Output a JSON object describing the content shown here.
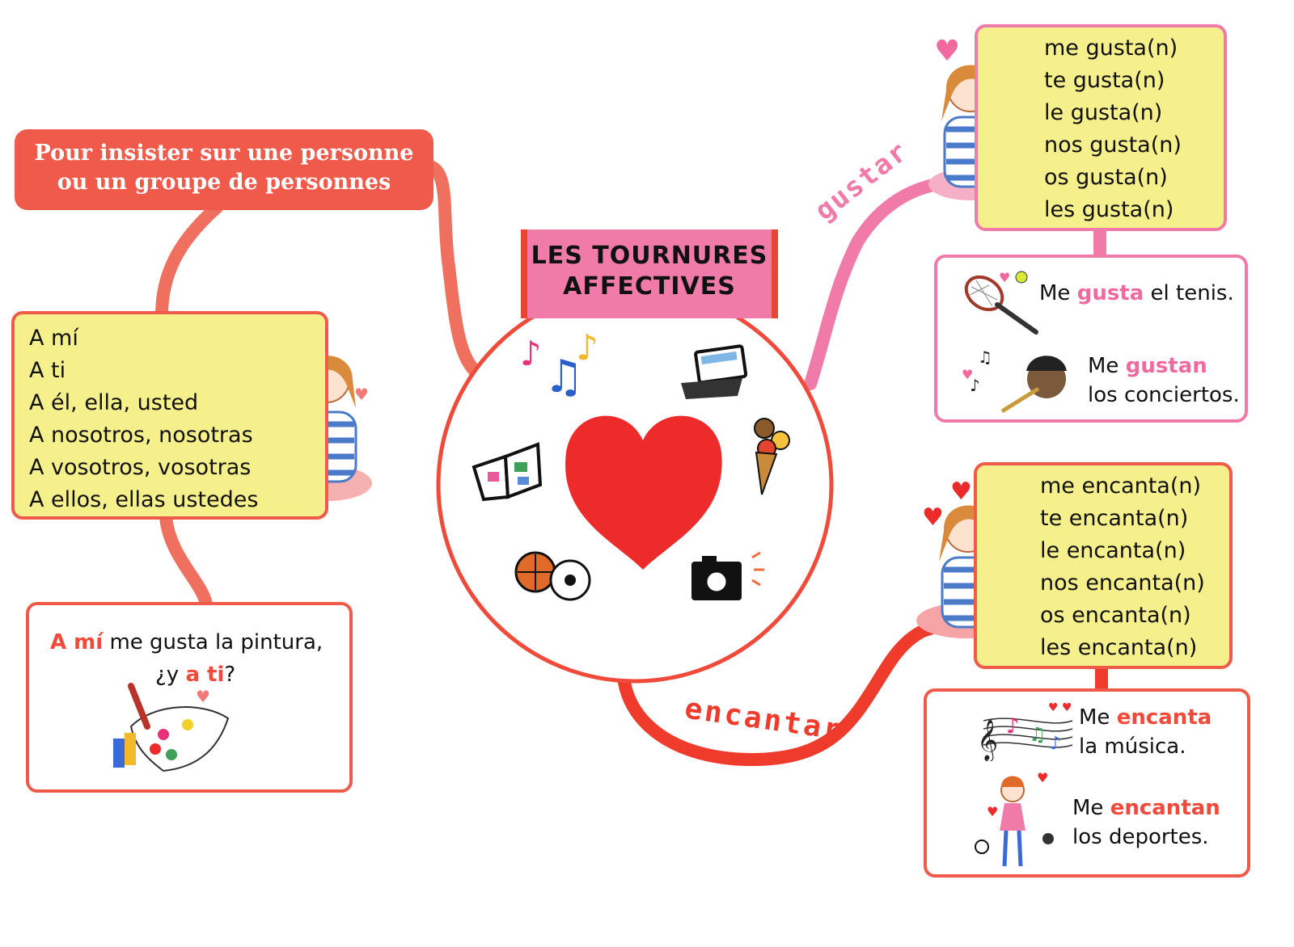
{
  "title": {
    "line1": "LES TOURNURES",
    "line2": "AFFECTIVES"
  },
  "insist_label": {
    "line1": "Pour insister sur une personne",
    "line2": "ou un groupe de personnes"
  },
  "pronouns": [
    "A mí",
    "A ti",
    "A él, ella, usted",
    "A nosotros, nosotras",
    "A vosotros, vosotras",
    "A ellos, ellas ustedes"
  ],
  "example_left": {
    "a_mi": "A mí",
    "rest1": " me gusta la pintura,",
    "y": "¿y ",
    "a_ti": "a ti",
    "q": "?"
  },
  "gustar": {
    "branch_label": "gustar",
    "forms": [
      "me gusta(n)",
      "te gusta(n)",
      "le gusta(n)",
      "nos gusta(n)",
      "os gusta(n)",
      "les gusta(n)"
    ],
    "ex1": {
      "pre": "Me ",
      "verb": "gusta",
      "post": " el tenis."
    },
    "ex2": {
      "pre": "Me ",
      "verb": "gustan",
      "post": "los conciertos."
    }
  },
  "encantar": {
    "branch_label": "encantar",
    "forms": [
      "me encanta(n)",
      "te encanta(n)",
      "le encanta(n)",
      "nos encanta(n)",
      "os encanta(n)",
      "les encanta(n)"
    ],
    "ex1": {
      "pre": "Me ",
      "verb": "encanta",
      "post": "la música."
    },
    "ex2": {
      "pre": "Me ",
      "verb": "encantan",
      "post": "los deportes."
    }
  },
  "colors": {
    "red": "#ef5a4a",
    "pink": "#f07aa8",
    "yellow": "#f5f08c",
    "heart": "#ee2b2b"
  }
}
